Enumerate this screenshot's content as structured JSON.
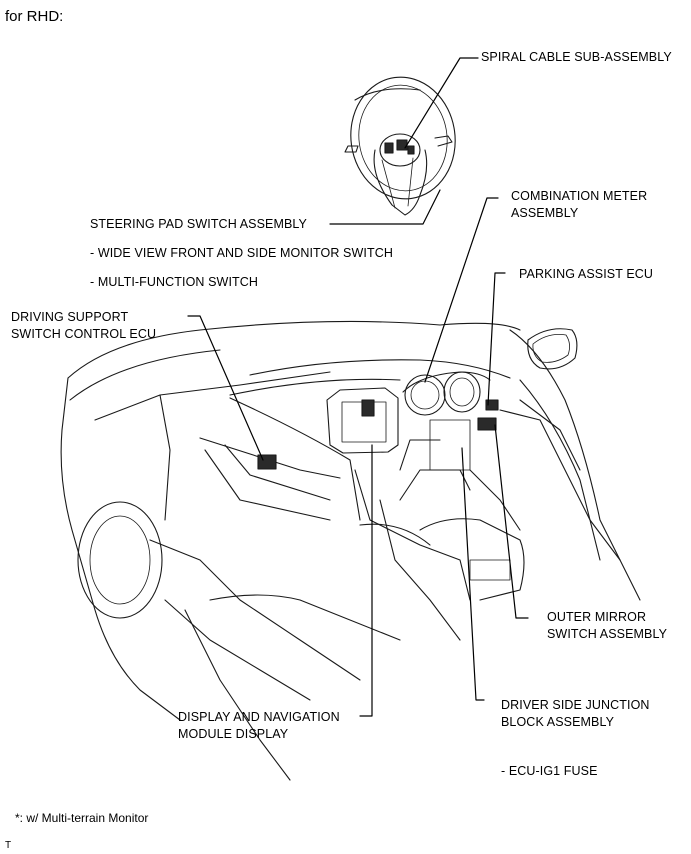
{
  "heading": "for RHD:",
  "labels": {
    "spiral_cable": "SPIRAL CABLE SUB-ASSEMBLY",
    "combination_meter_1": "COMBINATION METER",
    "combination_meter_2": "ASSEMBLY",
    "steering_pad": "STEERING PAD SWITCH ASSEMBLY",
    "wide_view": "- WIDE VIEW FRONT AND SIDE MONITOR SWITCH",
    "multi_function": "- MULTI-FUNCTION SWITCH",
    "parking_assist": "PARKING ASSIST ECU",
    "driving_support_1": "DRIVING SUPPORT",
    "driving_support_2": "SWITCH CONTROL ECU",
    "outer_mirror_1": "OUTER MIRROR",
    "outer_mirror_2": "SWITCH ASSEMBLY",
    "driver_jb_1": "DRIVER SIDE JUNCTION",
    "driver_jb_2": "BLOCK ASSEMBLY",
    "ecu_ig1": "- ECU-IG1 FUSE",
    "display_nav_1": "DISPLAY AND NAVIGATION",
    "display_nav_2": "MODULE DISPLAY"
  },
  "footnote": "*: w/ Multi-terrain Monitor",
  "corner_mark": "T"
}
